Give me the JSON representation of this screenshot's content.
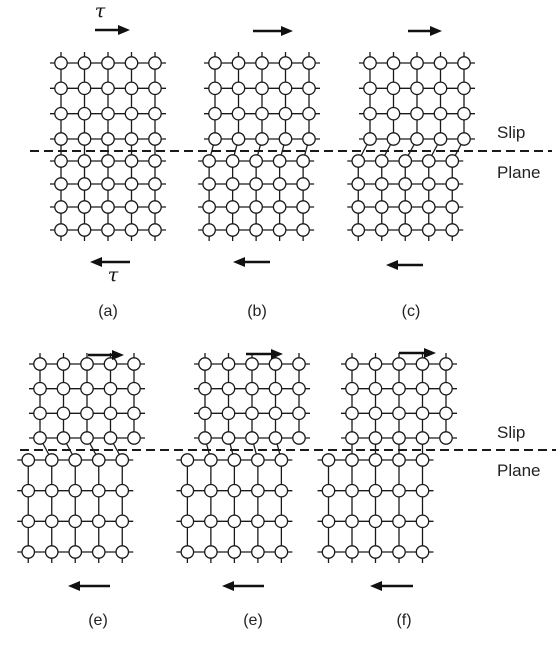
{
  "captions": [
    "(a)",
    "(b)",
    "(c)",
    "(e)",
    "(e)",
    "(f)"
  ],
  "side_labels": {
    "top": [
      "Slip",
      "Plane"
    ],
    "bottom": [
      "Slip",
      "Plane"
    ]
  },
  "stress_symbol": "τ",
  "colors": {
    "ink": "#1a1a1a",
    "atom_fill": "#ffffff",
    "background": "#ffffff"
  },
  "panels": [
    {
      "id": "a",
      "state": "undeformed lattice",
      "slip_displacement_spacings": 0,
      "tau_labels": true
    },
    {
      "id": "b",
      "state": "lower half begins shearing",
      "slip_displacement_spacings": 0.25,
      "tau_labels": false
    },
    {
      "id": "c",
      "state": "bonds across slip plane stretched",
      "slip_displacement_spacings": 0.5,
      "tau_labels": false
    },
    {
      "id": "e1",
      "state": "bonds switching across slip plane",
      "slip_displacement_spacings": 0.5,
      "tau_labels": false
    },
    {
      "id": "e2",
      "state": "bonds reformed, offset",
      "slip_displacement_spacings": 0.75,
      "tau_labels": false
    },
    {
      "id": "f",
      "state": "slip by one atomic spacing",
      "slip_displacement_spacings": 1,
      "tau_labels": false
    }
  ],
  "lattice": {
    "columns": 5,
    "rows_above_plane": 4,
    "rows_below_plane": 4
  }
}
